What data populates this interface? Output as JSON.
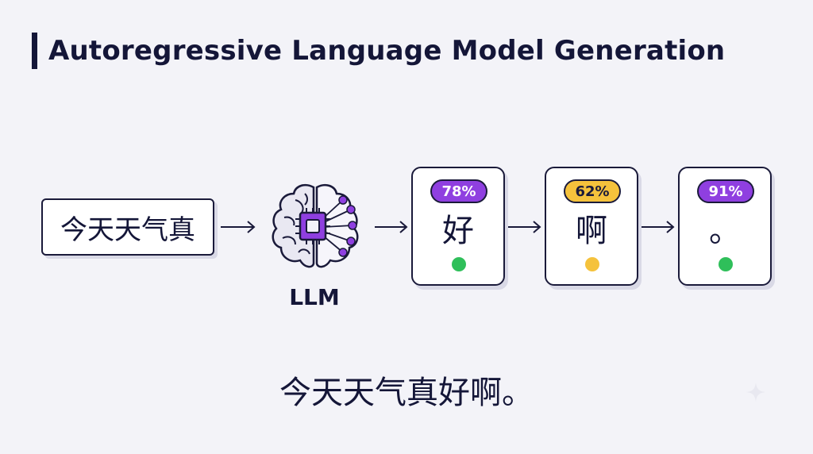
{
  "title": "Autoregressive Language Model Generation",
  "input_text": "今天天气真",
  "model_label": "LLM",
  "steps": [
    {
      "probability": "78%",
      "token": "好",
      "badge_color": "#8f3fe0",
      "badge_text_color": "#ffffff",
      "dot_color": "#2fbf5a"
    },
    {
      "probability": "62%",
      "token": "啊",
      "badge_color": "#f5c23c",
      "badge_text_color": "#1a1a3a",
      "dot_color": "#f5c23c"
    },
    {
      "probability": "91%",
      "token": "。",
      "badge_color": "#8f3fe0",
      "badge_text_color": "#ffffff",
      "dot_color": "#2fbf5a"
    }
  ],
  "output_text": "今天天气真好啊。",
  "icons": {
    "model": "brain-chip-icon",
    "arrow": "arrow-right-icon",
    "watermark": "sparkle-icon"
  }
}
